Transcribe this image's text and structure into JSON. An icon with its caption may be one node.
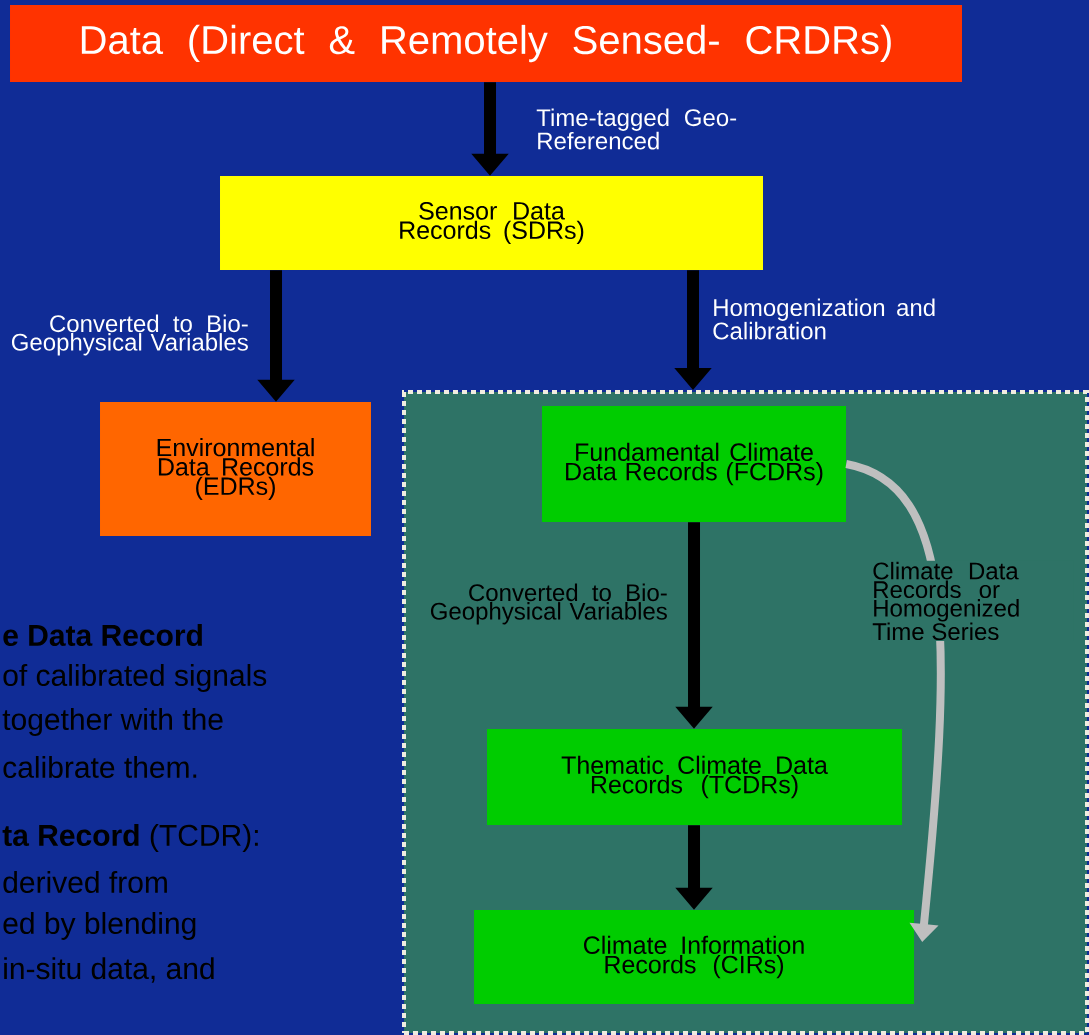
{
  "diagram": {
    "nodes": [
      {
        "text": [
          "Data (Direct & Remotely Sensed- CRDRs)"
        ]
      },
      {
        "text": [
          "Sensor Data Records (SDRs)"
        ]
      },
      {
        "text": [
          "Environmental Data Records (EDRs)"
        ]
      },
      {
        "text": [],
        "shape": "box"
      },
      {
        "text": [
          "Fundamental Climate Data Records (FCDRs)"
        ],
        "in": 3
      },
      {
        "text": [
          "Thematic Climate Data Records (TCDRs)"
        ],
        "in": 3
      },
      {
        "text": [
          "Climate Information Records (CIRs)"
        ],
        "in": 3
      }
    ],
    "edges": [
      {
        "from": 0,
        "to": 1,
        "arrow": "to",
        "label": "Time-tagged Geo-Referenced"
      },
      {
        "from": 1,
        "to": 2,
        "arrow": "to",
        "label": "Converted to Bio-Geophysical Variables"
      },
      {
        "from": 1,
        "to": 3,
        "arrow": "to",
        "label": "Homogenization and Calibration"
      },
      {
        "from": 4,
        "to": 5,
        "arrow": "to",
        "label": "Converted to Bio-Geophysical Variables"
      },
      {
        "from": 5,
        "to": 6,
        "arrow": "to"
      },
      {
        "from": 4,
        "to": 6,
        "arrow": "to",
        "label": "Climate Data Records or Homogenized Time Series",
        "color": "#bfbfbf"
      }
    ],
    "labels": [
      "**e Data Record**",
      "of calibrated signals",
      "together with the",
      "calibrate them.",
      "**ta Record** (TCDR):",
      "derived from",
      "ed by blending",
      "in-situ data, and"
    ]
  }
}
